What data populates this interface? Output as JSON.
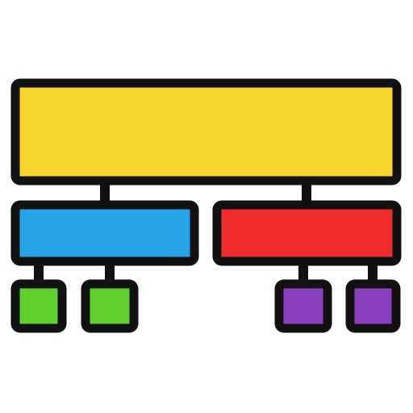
{
  "colors": {
    "background": "#ffffff",
    "outline": "#111111",
    "root": "#f6d62c",
    "left_branch": "#27a3e7",
    "right_branch": "#ee2c2c",
    "left_leaves": "#5fcf2e",
    "right_leaves": "#8a3fbf"
  },
  "diagram": {
    "type": "hierarchy",
    "root": {
      "name": "root-box",
      "color_key": "root",
      "children": [
        {
          "name": "left-branch-box",
          "color_key": "left_branch",
          "children": [
            {
              "name": "leaf-box-1",
              "color_key": "left_leaves"
            },
            {
              "name": "leaf-box-2",
              "color_key": "left_leaves"
            }
          ]
        },
        {
          "name": "right-branch-box",
          "color_key": "right_branch",
          "children": [
            {
              "name": "leaf-box-3",
              "color_key": "right_leaves"
            },
            {
              "name": "leaf-box-4",
              "color_key": "right_leaves"
            }
          ]
        }
      ]
    }
  }
}
